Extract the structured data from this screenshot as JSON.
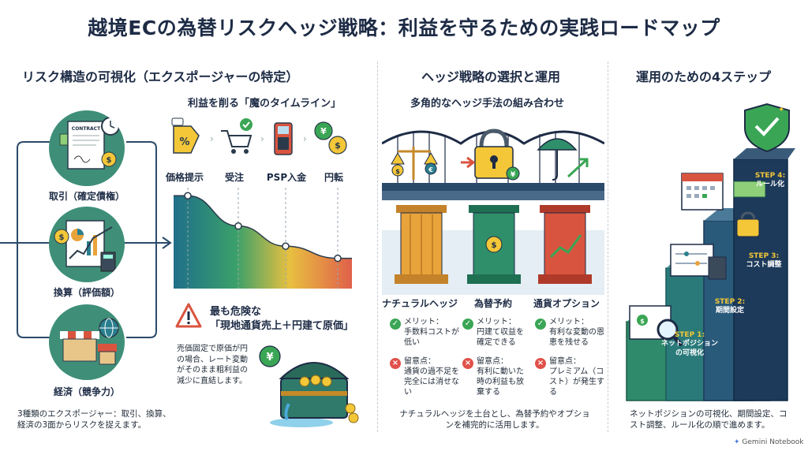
{
  "title": "越境ECの為替リスクヘッジ戦略：利益を守るための実践ロードマップ",
  "left": {
    "heading": "リスク構造の可視化（エクスポージャーの特定）",
    "exposures": [
      {
        "label": "取引（確定債権）",
        "contract_text": "CONTRACT"
      },
      {
        "label": "換算（評価額）"
      },
      {
        "label": "経済（競争力）"
      }
    ],
    "summary": "3種類のエクスポージャー：取引、換算、経済の3面からリスクを捉えます。"
  },
  "timeline": {
    "heading": "利益を削る「魔のタイムライン」",
    "steps": [
      "価格提示",
      "受注",
      "PSP入金",
      "円転"
    ],
    "profit_levels": [
      0.92,
      0.62,
      0.42,
      0.3
    ],
    "danger_title_1": "最も危険な",
    "danger_title_2": "「現地通貨売上＋円建て原価」",
    "danger_body": "売価固定で原価が円の場合、レート変動がそのまま粗利益の減少に直結します。"
  },
  "middle": {
    "heading": "ヘッジ戦略の選択と運用",
    "subheading": "多角的なヘッジ手法の組み合わせ",
    "strategies": [
      {
        "name": "ナチュラルヘッジ",
        "merit_label": "メリット：",
        "merit": "手数料コストが低い",
        "caution_label": "留意点：",
        "caution": "通貨の過不足を完全には消せない",
        "color": "#e8a33a"
      },
      {
        "name": "為替予約",
        "merit_label": "メリット：",
        "merit": "円建て収益を確定できる",
        "caution_label": "留意点：",
        "caution": "有利に動いた時の利益も放棄する",
        "color": "#2f8f6a"
      },
      {
        "name": "通貨オプション",
        "merit_label": "メリット：",
        "merit": "有利な変動の恩恵を残せる",
        "caution_label": "留意点：",
        "caution": "プレミアム（コスト）が発生する",
        "color": "#d9543f"
      }
    ],
    "summary": "ナチュラルヘッジを土台とし、為替予約やオプションを補完的に活用します。"
  },
  "right": {
    "heading": "運用のための4ステップ",
    "steps": [
      {
        "head": "STEP 1:",
        "label": "ネットポジション\nの可視化"
      },
      {
        "head": "STEP 2:",
        "label": "期間設定"
      },
      {
        "head": "STEP 3:",
        "label": "コスト調整"
      },
      {
        "head": "STEP 4:",
        "label": "ルール化"
      }
    ],
    "summary": "ネットポジションの可視化、期間設定、コスト調整、ルール化の順で進めます。"
  },
  "footer": {
    "brand": "Gemini Notebook"
  },
  "colors": {
    "navy": "#1d2b45",
    "teal": "#2a7f8f",
    "green": "#2f8f6a",
    "orange": "#e8a33a",
    "red": "#d9543f",
    "yellow": "#f3c738"
  }
}
